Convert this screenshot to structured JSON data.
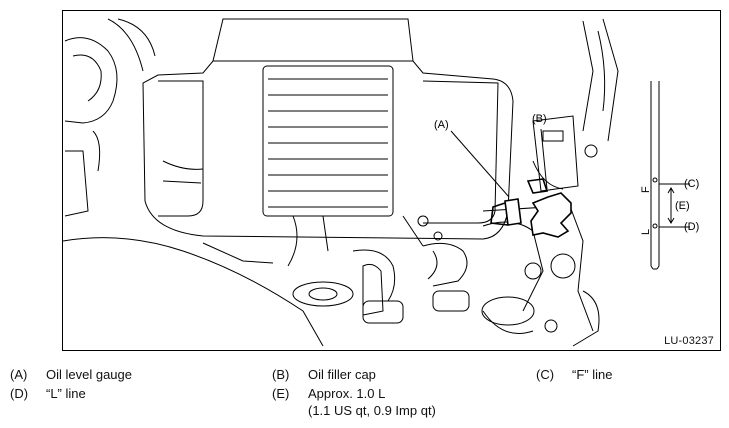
{
  "figure": {
    "id_label": "LU-03237",
    "callouts": {
      "a": "(A)",
      "b": "(B)",
      "c": "(C)",
      "d": "(D)",
      "e": "(E)"
    },
    "dipstick_marks": {
      "f": "F",
      "l": "L"
    }
  },
  "legend": [
    {
      "key": "(A)",
      "text": "Oil level gauge"
    },
    {
      "key": "(B)",
      "text": "Oil filler cap"
    },
    {
      "key": "(C)",
      "text": "“F” line"
    },
    {
      "key": "(D)",
      "text": "“L” line"
    },
    {
      "key": "(E)",
      "text": "Approx. 1.0 L",
      "text2": "(1.1 US qt, 0.9 Imp qt)"
    }
  ]
}
